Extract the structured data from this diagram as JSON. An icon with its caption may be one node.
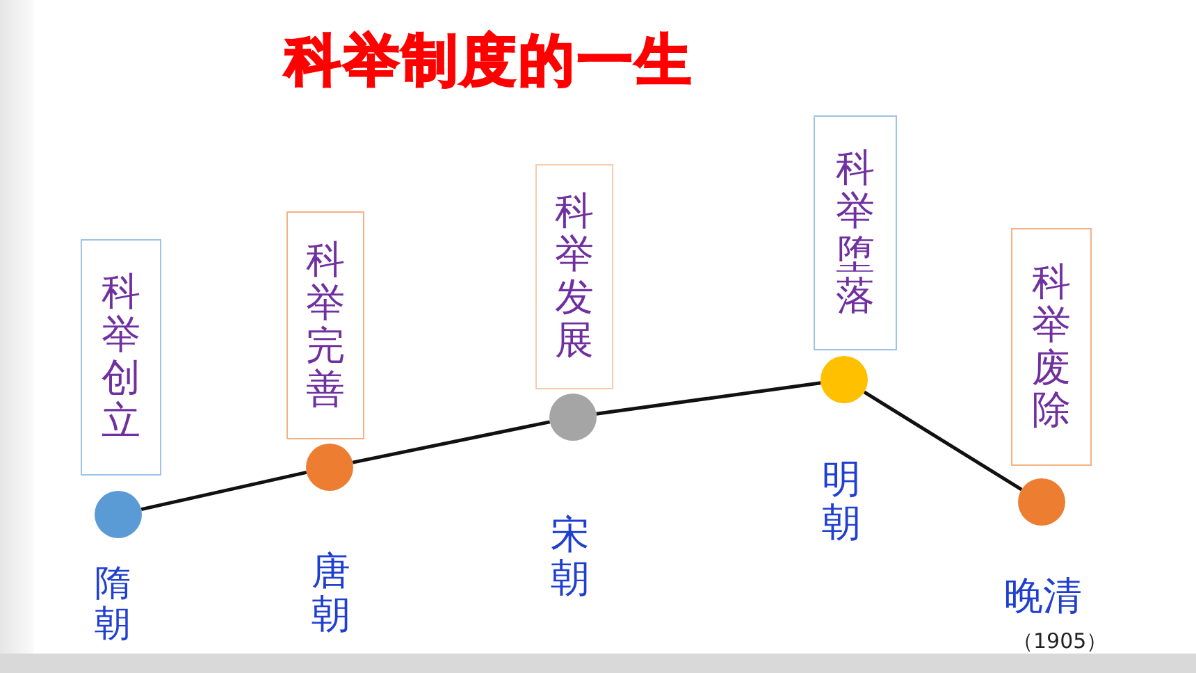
{
  "diagram": {
    "title": "科举制度的一生",
    "nodes": [
      {
        "text": [
          "科举创立"
        ]
      },
      {
        "text": [
          "科举完善"
        ]
      },
      {
        "text": [
          "科举发展"
        ]
      },
      {
        "text": [
          "科举堕落"
        ]
      },
      {
        "text": [
          "科举废除"
        ]
      },
      {
        "text": [],
        "shape": "circle"
      },
      {
        "text": [],
        "shape": "circle"
      },
      {
        "text": [],
        "shape": "circle"
      },
      {
        "text": [],
        "shape": "circle"
      },
      {
        "text": [],
        "shape": "circle"
      }
    ],
    "edges": [
      {
        "from": 5,
        "to": 6,
        "arrow": "none"
      },
      {
        "from": 6,
        "to": 7,
        "arrow": "none"
      },
      {
        "from": 7,
        "to": 8,
        "arrow": "none"
      },
      {
        "from": 8,
        "to": 9,
        "arrow": "none"
      }
    ],
    "labels": [
      "隋朝",
      "唐朝",
      "宋朝",
      "明朝",
      "晚清",
      "（1905）"
    ]
  }
}
